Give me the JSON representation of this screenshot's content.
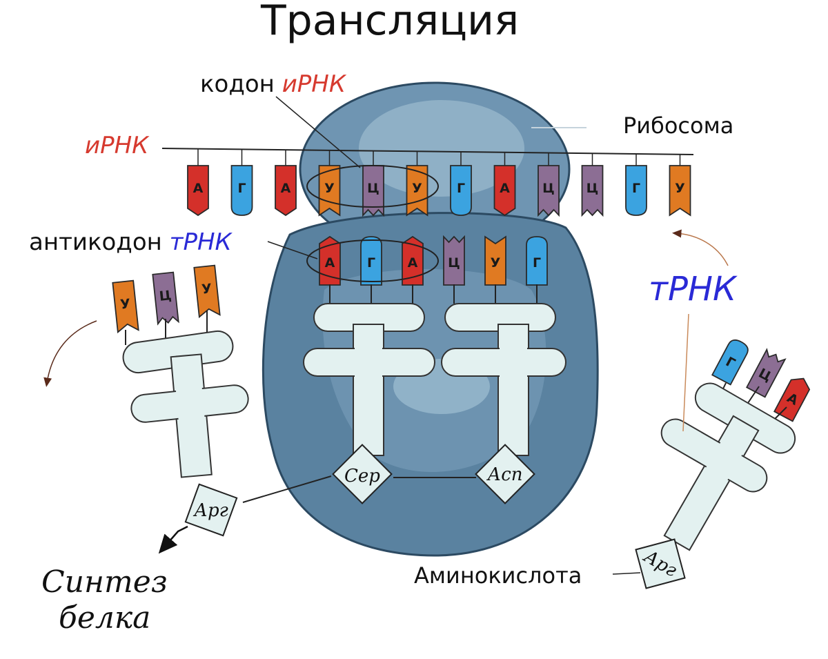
{
  "title": "Трансляция",
  "labels": {
    "codon_prefix": "кодон ",
    "codon_mrna": "иРНК",
    "mrna": "иРНК",
    "ribosome": "Рибосома",
    "anticodon_prefix": "антикодон ",
    "anticodon_trna": "тРНК",
    "trna": "тРНК",
    "amino_acid": "Аминокислота",
    "synthesis_line1": "Синтез",
    "synthesis_line2": "белка"
  },
  "colors": {
    "А": "#d4302a",
    "Г": "#3ba3e0",
    "У": "#e07a22",
    "Ц": "#8c6e94",
    "mrna_label": "#d63a2f",
    "trna_label": "#2a2ad6",
    "ribosome": "#5f88a6",
    "trna_body": "#e3f1f0"
  },
  "mrna_bases": [
    "А",
    "Г",
    "А",
    "У",
    "Ц",
    "У",
    "Г",
    "А",
    "Ц",
    "Ц",
    "Г",
    "У"
  ],
  "anticodon_bases": [
    "А",
    "Г",
    "А",
    "Ц",
    "У",
    "Г"
  ],
  "left_trna_bases": [
    "У",
    "Ц",
    "У"
  ],
  "right_trna_bases": [
    "Г",
    "Ц",
    "А"
  ],
  "amino_acids": {
    "left": "Арг",
    "center1": "Сер",
    "center2": "Асп",
    "right": "Арг"
  }
}
